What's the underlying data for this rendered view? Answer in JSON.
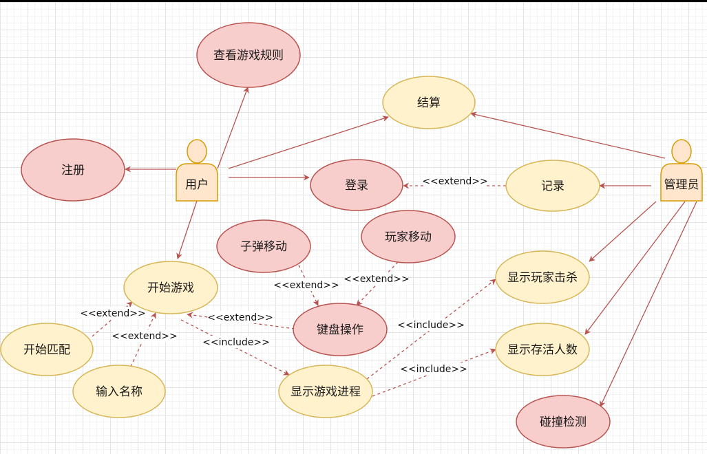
{
  "colors": {
    "red_fill": "#f8cecc",
    "red_stroke": "#b85450",
    "yellow_fill": "#fff2cc",
    "yellow_stroke": "#d6b656",
    "actor_fill": "#ffe6cc",
    "actor_stroke": "#d79b00",
    "edge": "#b85450"
  },
  "actors": {
    "user": {
      "label": "用户"
    },
    "admin": {
      "label": "管理员"
    }
  },
  "usecases": {
    "view_rules": {
      "label": "查看游戏规则",
      "style": "red"
    },
    "register": {
      "label": "注册",
      "style": "red"
    },
    "login": {
      "label": "登录",
      "style": "red"
    },
    "settle": {
      "label": "结算",
      "style": "yellow"
    },
    "record": {
      "label": "记录",
      "style": "yellow"
    },
    "bullet_move": {
      "label": "子弹移动",
      "style": "red"
    },
    "player_move": {
      "label": "玩家移动",
      "style": "red"
    },
    "start_game": {
      "label": "开始游戏",
      "style": "yellow"
    },
    "keyboard": {
      "label": "键盘操作",
      "style": "red"
    },
    "start_match": {
      "label": "开始匹配",
      "style": "yellow"
    },
    "input_name": {
      "label": "输入名称",
      "style": "yellow"
    },
    "show_progress": {
      "label": "显示游戏进程",
      "style": "yellow"
    },
    "show_kills": {
      "label": "显示玩家击杀",
      "style": "yellow"
    },
    "show_alive": {
      "label": "显示存活人数",
      "style": "yellow"
    },
    "collision": {
      "label": "碰撞检测",
      "style": "red"
    }
  },
  "relationships": {
    "record_login": "<<extend>>",
    "bullet_keyboard": "<<extend>>",
    "player_keyboard": "<<extend>>",
    "keyboard_start": "<<extend>>",
    "match_start": "<<extend>>",
    "name_start": "<<extend>>",
    "start_progress": "<<include>>",
    "progress_kills": "<<include>>",
    "progress_alive": "<<include>>"
  }
}
